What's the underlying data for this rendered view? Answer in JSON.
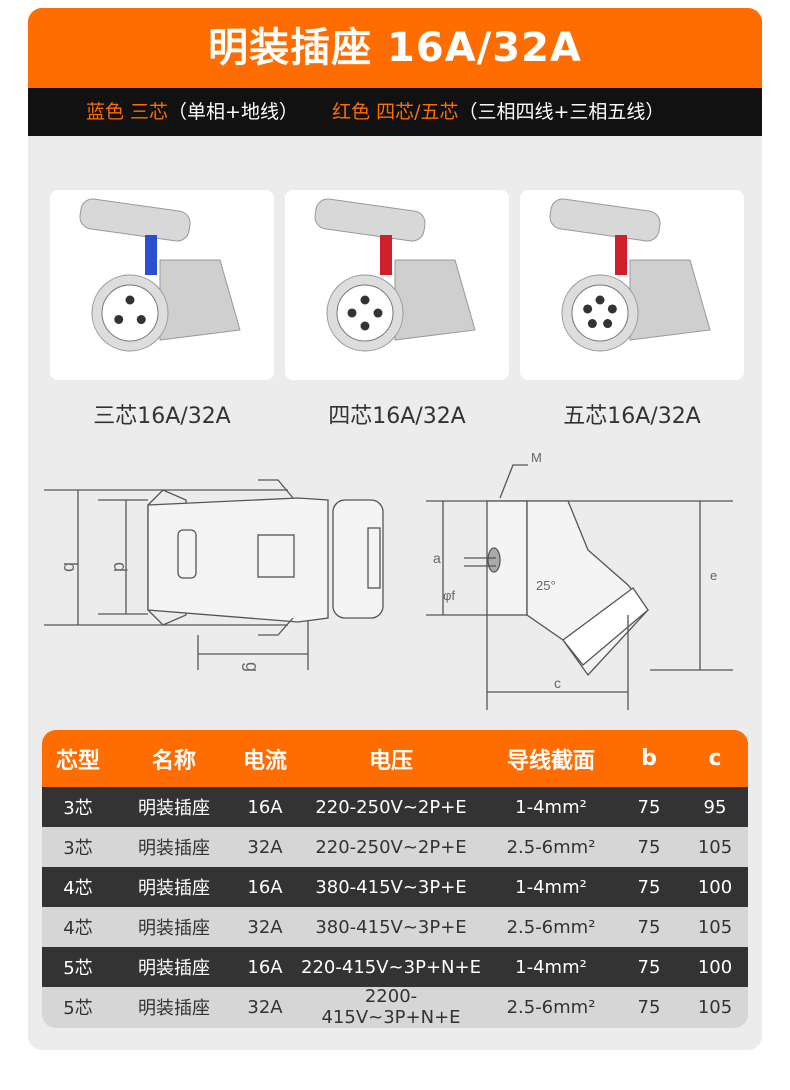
{
  "title": "明装插座 16A/32A",
  "subtitle": {
    "blue_color_label": "蓝色 三芯",
    "blue_desc": "（单相+地线）",
    "red_color_label": "红色 四芯/五芯",
    "red_desc": "（三相四线+三相五线）"
  },
  "products": [
    {
      "label": "三芯16A/32A",
      "accent": "#2a4fd0"
    },
    {
      "label": "四芯16A/32A",
      "accent": "#d01f2a"
    },
    {
      "label": "五芯16A/32A",
      "accent": "#d01f2a"
    }
  ],
  "diagram_labels": {
    "b": "b",
    "d": "d",
    "g": "g",
    "M": "M",
    "a": "a",
    "f": "φf",
    "angle": "25°",
    "e": "e",
    "c": "c"
  },
  "table": {
    "headers": [
      "芯型",
      "名称",
      "电流",
      "电压",
      "导线截面",
      "b",
      "c"
    ],
    "rows": [
      [
        "3芯",
        "明装插座",
        "16A",
        "220-250V~2P+E",
        "1-4mm²",
        "75",
        "95"
      ],
      [
        "3芯",
        "明装插座",
        "32A",
        "220-250V~2P+E",
        "2.5-6mm²",
        "75",
        "105"
      ],
      [
        "4芯",
        "明装插座",
        "16A",
        "380-415V~3P+E",
        "1-4mm²",
        "75",
        "100"
      ],
      [
        "4芯",
        "明装插座",
        "32A",
        "380-415V~3P+E",
        "2.5-6mm²",
        "75",
        "105"
      ],
      [
        "5芯",
        "明装插座",
        "16A",
        "220-415V~3P+N+E",
        "1-4mm²",
        "75",
        "100"
      ],
      [
        "5芯",
        "明装插座",
        "32A",
        "2200-415V~3P+N+E",
        "2.5-6mm²",
        "75",
        "105"
      ]
    ]
  },
  "colors": {
    "orange": "#ff6d00",
    "dark": "#111111"
  }
}
